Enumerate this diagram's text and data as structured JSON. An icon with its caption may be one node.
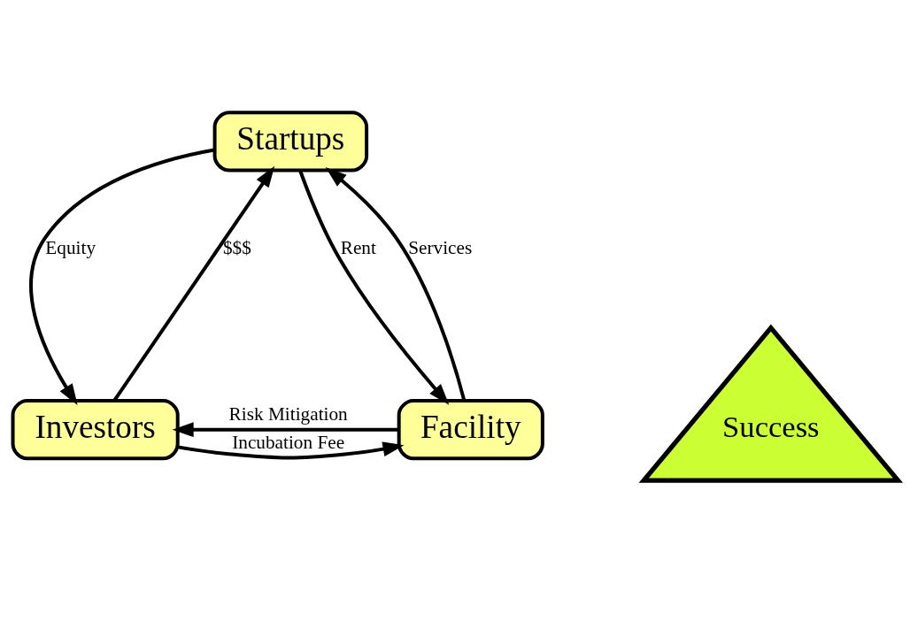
{
  "diagram": {
    "nodes": [
      {
        "text": [
          "Startups"
        ]
      },
      {
        "text": [
          "Success"
        ]
      },
      {
        "text": [
          "Investors"
        ]
      },
      {
        "text": [
          "Facility"
        ]
      }
    ],
    "edges": [
      {
        "from": 0,
        "to": 2,
        "arrow": "to",
        "label": "Equity"
      },
      {
        "from": 2,
        "to": 0,
        "arrow": "to",
        "label": "$$$"
      },
      {
        "from": 0,
        "to": 3,
        "arrow": "to",
        "label": "Rent"
      },
      {
        "from": 3,
        "to": 0,
        "arrow": "to",
        "label": "Services"
      },
      {
        "from": 3,
        "to": 2,
        "arrow": "to",
        "label": "Risk Mitigation"
      },
      {
        "from": 2,
        "to": 3,
        "arrow": "to",
        "label": "Incubation Fee"
      }
    ]
  }
}
